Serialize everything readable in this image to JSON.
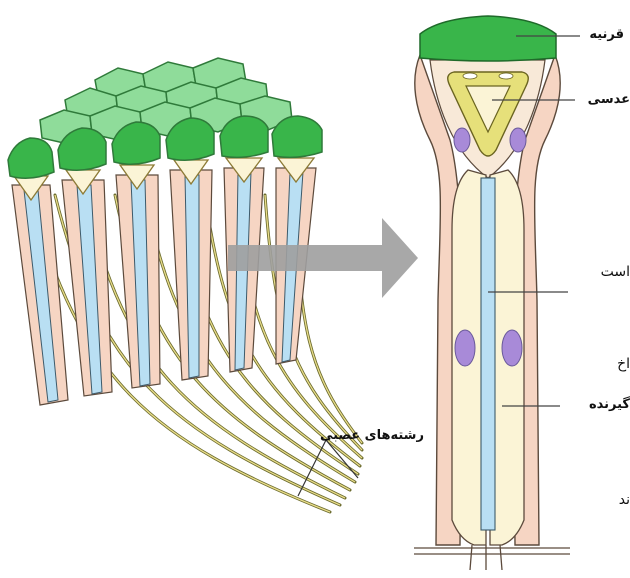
{
  "labels": {
    "cornea": "قرنیه",
    "lens": "عدسی",
    "nerve_fibers": "رشته‌های عصبی",
    "receptor": "گیرنده",
    "text_ast": "است",
    "text_akh": "اخ",
    "text_nand": "ند"
  },
  "colors": {
    "cornea": "#39b54a",
    "cornea_top": "#8fdc9a",
    "lens_ring": "#e6e07a",
    "sheath": "#f6d5c3",
    "receptor": "#fbf4d6",
    "rhabdom": "#b9dff3",
    "nucleus": "#a88ad8",
    "fiber": "#6b6b2e",
    "arrow": "#9e9e9e"
  }
}
